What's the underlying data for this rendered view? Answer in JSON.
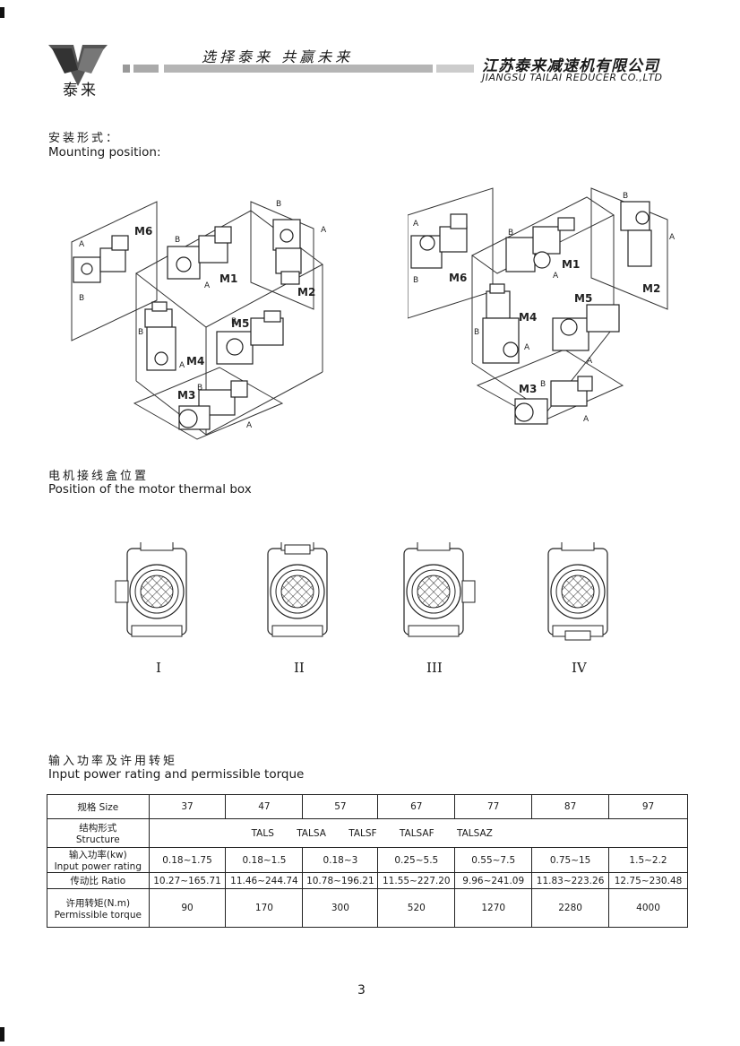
{
  "header": {
    "logo_text": "泰来",
    "slogan": "选择泰来  共赢未来",
    "company_cn": "江苏泰来减速机有限公司",
    "company_en": "JIANGSU TAILAI REDUCER CO.,LTD"
  },
  "mounting": {
    "title_cn": "安装形式：",
    "title_en": "Mounting position:",
    "labels": [
      "M1",
      "M2",
      "M3",
      "M4",
      "M5",
      "M6"
    ],
    "sides": [
      "A",
      "B"
    ]
  },
  "thermal_box": {
    "title_cn": "电机接线盒位置",
    "title_en": "Position of the motor thermal box",
    "positions": [
      "I",
      "II",
      "III",
      "IV"
    ]
  },
  "ratings": {
    "title_cn": "输入功率及许用转矩",
    "title_en": "Input power rating and permissible torque",
    "row_labels": {
      "size": "规格 Size",
      "structure_cn": "结构形式",
      "structure_en": "Structure",
      "power_cn": "输入功率(kw)",
      "power_en": "Input power rating",
      "ratio": "传动比 Ratio",
      "torque_cn": "许用转矩(N.m)",
      "torque_en": "Permissible torque"
    },
    "sizes": [
      "37",
      "47",
      "57",
      "67",
      "77",
      "87",
      "97"
    ],
    "structures": [
      "TALS",
      "TALSA",
      "TALSF",
      "TALSAF",
      "TALSAZ"
    ],
    "power": [
      "0.18~1.75",
      "0.18~1.5",
      "0.18~3",
      "0.25~5.5",
      "0.55~7.5",
      "0.75~15",
      "1.5~2.2"
    ],
    "ratio": [
      "10.27~165.71",
      "11.46~244.74",
      "10.78~196.21",
      "11.55~227.20",
      "9.96~241.09",
      "11.83~223.26",
      "12.75~230.48"
    ],
    "torque": [
      "90",
      "170",
      "300",
      "520",
      "1270",
      "2280",
      "4000"
    ]
  },
  "page_number": "3"
}
